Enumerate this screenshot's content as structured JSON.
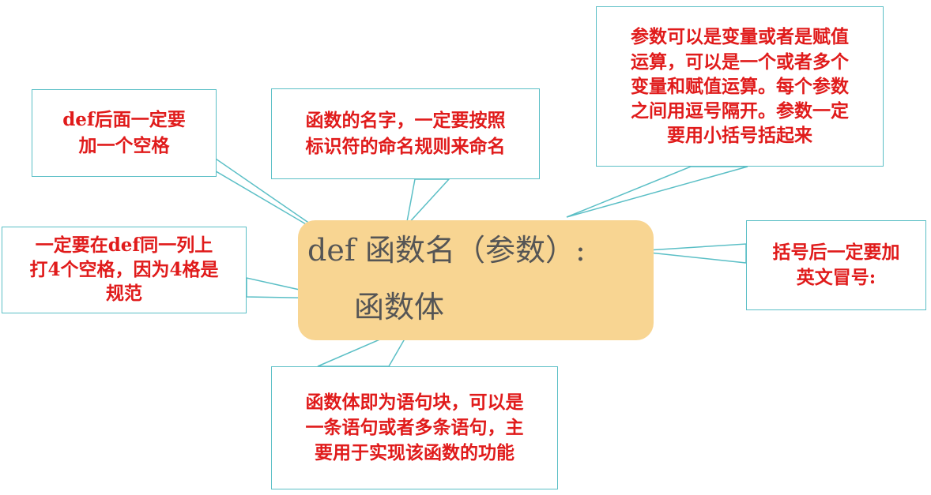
{
  "center": {
    "line1": "def 函数名（参数）:",
    "line2": "函数体",
    "fill_color": "#f8d592",
    "text_color": "#555555"
  },
  "notes": {
    "def_space": "def后面一定要\n加一个空格",
    "function_name": "函数的名字，一定要按照\n标识符的命名规则来命名",
    "parameters": "参数可以是变量或者是赋值\n运算，可以是一个或者多个\n变量和赋值运算。每个参数\n之间用逗号隔开。参数一定\n要用小括号括起来",
    "indentation": "一定要在def同一列上\n打4个空格，因为4格是\n规范",
    "colon": "括号后一定要加\n英文冒号:",
    "function_body": "函数体即为语句块，可以是\n一条语句或者多条语句，主\n要用于实现该函数的功能"
  },
  "colors": {
    "note_border": "#5bbfc6",
    "note_text": "#e01b1b"
  }
}
